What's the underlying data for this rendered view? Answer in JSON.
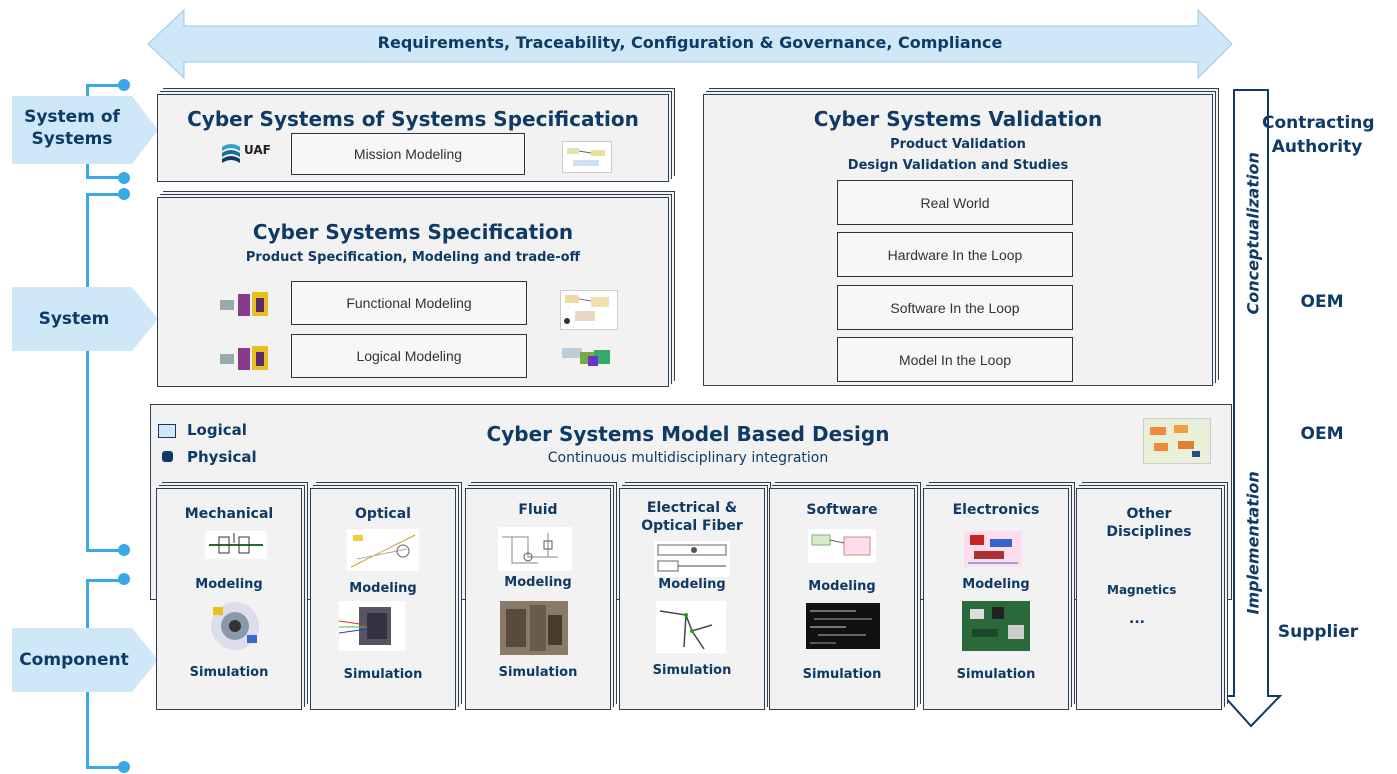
{
  "banner": "Requirements, Traceability, Configuration & Governance, Compliance",
  "levels": [
    "System of Systems",
    "System",
    "Component"
  ],
  "roles": {
    "top": "Contracting Authority",
    "oem1": "OEM",
    "oem2": "OEM",
    "supplier": "Supplier"
  },
  "vertical_arrow": {
    "upper": "Conceptualization",
    "lower": "Implementation"
  },
  "sos_spec": {
    "title": "Cyber Systems of Systems Specification",
    "box": "Mission Modeling",
    "logo": "UAF"
  },
  "sys_spec": {
    "title": "Cyber Systems Specification",
    "subtitle": "Product Specification, Modeling and trade-off",
    "boxes": [
      "Functional Modeling",
      "Logical Modeling"
    ]
  },
  "validation": {
    "title": "Cyber Systems Validation",
    "sub1": "Product Validation",
    "sub2": "Design Validation and Studies",
    "boxes": [
      "Real World",
      "Hardware In the Loop",
      "Software In the Loop",
      "Model In the Loop"
    ]
  },
  "mbd": {
    "title": "Cyber Systems Model Based Design",
    "subtitle": "Continuous multidisciplinary integration",
    "legend": [
      "Logical",
      "Physical"
    ]
  },
  "disciplines": [
    {
      "name": "Mechanical",
      "modeling": "Modeling",
      "simulation": "Simulation"
    },
    {
      "name": "Optical",
      "modeling": "Modeling",
      "simulation": "Simulation"
    },
    {
      "name": "Fluid",
      "modeling": "Modeling",
      "simulation": "Simulation"
    },
    {
      "name": "Electrical & Optical Fiber",
      "modeling": "Modeling",
      "simulation": "Simulation"
    },
    {
      "name": "Software",
      "modeling": "Modeling",
      "simulation": "Simulation"
    },
    {
      "name": "Electronics",
      "modeling": "Modeling",
      "simulation": "Simulation"
    },
    {
      "name": "Other Disciplines",
      "extra": "Magnetics",
      "ellipsis": "..."
    }
  ],
  "colors": {
    "accent_blue": "#cfe8f8",
    "line_blue": "#3aa7e6",
    "title_navy": "#0f3a66",
    "panel_bg": "#f2f2f3"
  }
}
